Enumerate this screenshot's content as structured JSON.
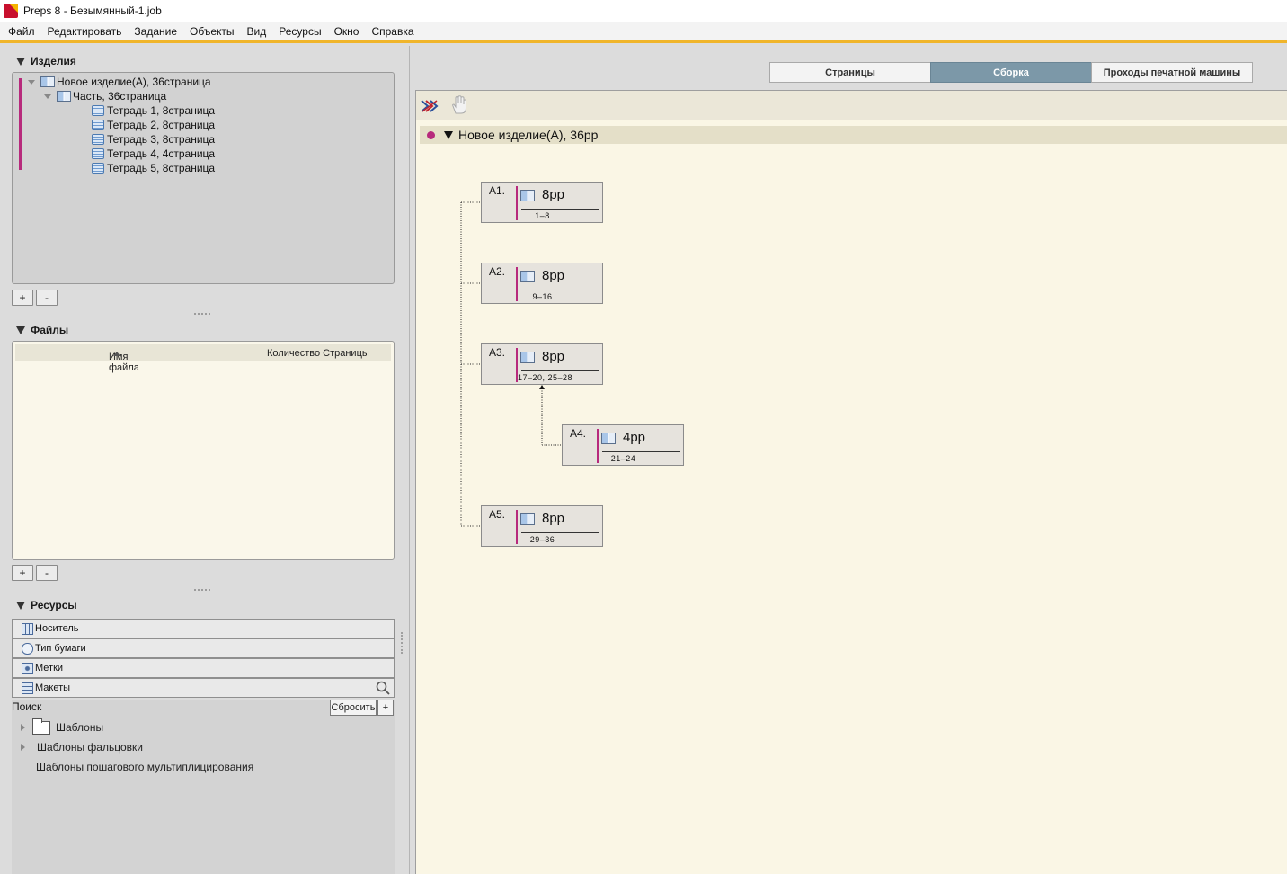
{
  "window": {
    "title": "Preps 8 - Безымянный-1.job"
  },
  "menu": [
    "Файл",
    "Редактировать",
    "Задание",
    "Объекты",
    "Вид",
    "Ресурсы",
    "Окно",
    "Справка"
  ],
  "products": {
    "title": "Изделия",
    "tree": [
      {
        "label": "Новое изделие(A), 36страница",
        "kind": "product"
      },
      {
        "label": "Часть, 36страница",
        "kind": "part"
      },
      {
        "label": "Тетрадь 1, 8страница",
        "kind": "signature"
      },
      {
        "label": "Тетрадь 2, 8страница",
        "kind": "signature"
      },
      {
        "label": "Тетрадь 3, 8страница",
        "kind": "signature"
      },
      {
        "label": "Тетрадь 4, 4страница",
        "kind": "signature"
      },
      {
        "label": "Тетрадь 5, 8страница",
        "kind": "signature"
      }
    ],
    "add_label": "+",
    "remove_label": "-",
    "accent_color": "#b72a7c"
  },
  "files": {
    "title": "Файлы",
    "columns": [
      "Имя файла",
      "Количество Страницы"
    ],
    "rows": [],
    "add_label": "+",
    "remove_label": "-"
  },
  "resources": {
    "title": "Ресурсы",
    "items": [
      {
        "label": "Носитель",
        "icon": "media-icon"
      },
      {
        "label": "Тип бумаги",
        "icon": "paper-type-icon"
      },
      {
        "label": "Метки",
        "icon": "marks-icon"
      },
      {
        "label": "Макеты",
        "icon": "templates-icon"
      }
    ],
    "search_label": "Поиск",
    "reset_label": "Сбросить",
    "plus_label": "+",
    "templates": [
      {
        "label": "Шаблоны",
        "expandable": true,
        "folder": true
      },
      {
        "label": "Шаблоны фальцовки",
        "expandable": true,
        "folder": false
      },
      {
        "label": "Шаблоны пошагового мультиплицирования",
        "expandable": false,
        "folder": false
      }
    ]
  },
  "tabs": [
    {
      "label": "Страницы",
      "active": false
    },
    {
      "label": "Сборка",
      "active": true
    },
    {
      "label": "Проходы печатной машины",
      "active": false
    }
  ],
  "assembly": {
    "product_label": "Новое изделие(A), 36pp",
    "signatures": [
      {
        "id": "A1.",
        "pages": "8pp",
        "range": "1–8"
      },
      {
        "id": "A2.",
        "pages": "8pp",
        "range": "9–16"
      },
      {
        "id": "A3.",
        "pages": "8pp",
        "range": "17–20, 25–28"
      },
      {
        "id": "A4.",
        "pages": "4pp",
        "range": "21–24"
      },
      {
        "id": "A5.",
        "pages": "8pp",
        "range": "29–36"
      }
    ]
  },
  "colors": {
    "accent": "#b72a7c",
    "menu_underline": "#f0b52b",
    "active_tab": "#7c98a8",
    "canvas": "#faf6e5"
  }
}
